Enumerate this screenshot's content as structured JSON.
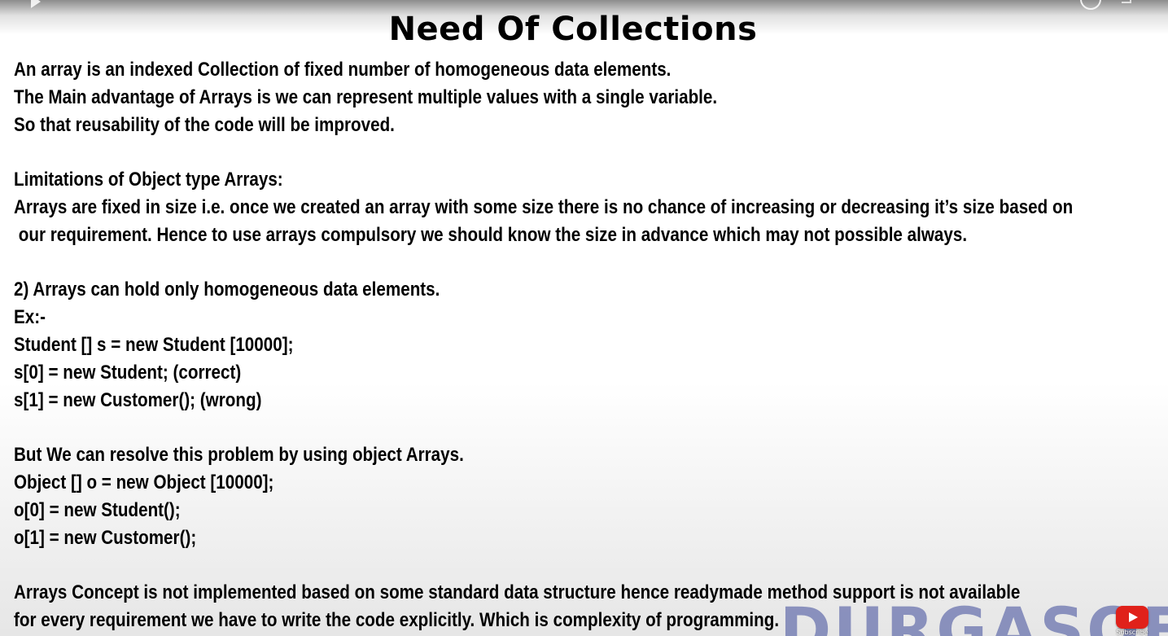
{
  "slide": {
    "title": "Need Of Collections",
    "lines": [
      "An array is an indexed Collection of fixed number of homogeneous data elements.",
      "The Main advantage of Arrays is we can represent multiple values with a single variable.",
      "So that reusability of the code will be improved.",
      "Limitations of Object type Arrays:",
      "Arrays are fixed in size i.e. once we created an array with some size there is no chance of increasing or decreasing it’s size based on",
      " our requirement. Hence to use arrays compulsory we should know the size in advance which may not possible always.",
      "2) Arrays can hold only homogeneous data elements.",
      "Ex:-",
      "Student [] s = new Student [10000];",
      "s[0] = new Student; (correct)",
      "s[1] = new Customer(); (wrong)",
      "But We can resolve this problem by using object Arrays.",
      "Object [] o = new Object [10000];",
      "o[0] = new Student();",
      "o[1] = new Customer();",
      "Arrays Concept is not implemented based on some standard data structure hence readymade method support is not available",
      "for every requirement we have to write the code explicitly. Which is complexity of programming."
    ]
  },
  "watermark": {
    "text": "DURGASOFT"
  },
  "subscribe_badge": {
    "label": "Subscribe",
    "color": "#e0211a"
  },
  "icons": {
    "play": "play-icon",
    "youtube": "youtube-logo-icon"
  }
}
